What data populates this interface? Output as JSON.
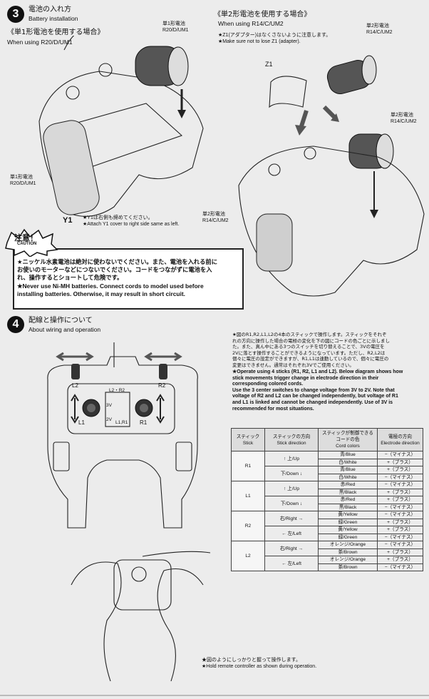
{
  "step3": {
    "number": "3",
    "title_jp": "電池の入れ方",
    "title_en": "Battery installation",
    "r20_heading_jp": "《単1形電池を使用する場合》",
    "r20_heading_en": "When using R20/D/UM1",
    "r14_heading_jp": "《単2形電池を使用する場合》",
    "r14_heading_en": "When using R14/C/UM2",
    "z1_note_jp": "★Z1(アダプター)はなくさないように注意します。",
    "z1_note_en": "★Make sure not to lose Z1 (adapter).",
    "label_r20_top_jp": "単1形電池",
    "label_r20_top_en": "R20/D/UM1",
    "label_r20_left_jp": "単1形電池",
    "label_r20_left_en": "R20/D/UM1",
    "label_r14_top_jp": "単2形電池",
    "label_r14_top_en": "R14/C/UM2",
    "label_r14_mid_jp": "単2形電池",
    "label_r14_mid_en": "R14/C/UM2",
    "label_r14_low_jp": "単2形電池",
    "label_r14_low_en": "R14/C/UM2",
    "label_z1": "Z1",
    "label_y1": "Y1",
    "y1_note_jp": "★Y1は右側も締めてください。",
    "y1_note_en": "★Attach Y1 cover to right side same as left."
  },
  "caution": {
    "badge_jp": "注意！",
    "badge_en": "CAUTION",
    "line1_jp": "★ニッケル水素電池は絶対に使わないでください。また、電池を入れる前に",
    "line2_jp": "お使いのモーターなどにつないでください。コードをつながずに電池を入",
    "line3_jp": "れ、操作するとショートして危険です。",
    "line1_en": "★Never use Ni-MH batteries. Connect cords to model used before",
    "line2_en": "installing batteries. Otherwise, it may result in short circuit."
  },
  "step4": {
    "number": "4",
    "title_jp": "配線と操作について",
    "title_en": "About wiring and operation",
    "label_l2": "L2",
    "label_r2": "R2",
    "label_l1": "L1",
    "label_r1": "R1",
    "switch_top": "L2・R2",
    "switch_3v": "3V",
    "switch_2v": "2V",
    "switch_bottom": "L1,R1",
    "desc_jp": [
      "★図のR1,R2,L1,L2の4本のスティックで操作します。スティックをそれぞ",
      "れの方向に操作した場合の電極の変化を下の図にコードの色ごとに示しまし",
      "た。また、真ん中にある3つのスイッチを切り替えることで、3Vの電圧を",
      "2Vに落とす操作することができるようになっています。ただし、R2,L2は",
      "個々に電圧の設定ができますが、R1,L1は連動しているので、個々に電圧の",
      "変更はできません。通常はそれぞれ3Vでご使用ください。"
    ],
    "desc_en": [
      "★Operate using 4 sticks (R1, R2, L1 and L2). Below diagram shows how",
      "stick movements trigger change in electrode direction in their",
      "corresponding colored cords.",
      "Use the 3 center switches to change voltage from 3V to 2V. Note that",
      "voltage of R2 and L2 can be changed independently, but voltage of R1",
      "and L1 is linked and cannot be changed independently. Use of 3V is",
      "recommended for most situations."
    ],
    "hold_note_jp": "★図のようにしっかりと握って操作します。",
    "hold_note_en": "★Hold remote controller as shown during operation."
  },
  "table": {
    "headers": [
      {
        "jp": "スティック",
        "en": "Stick"
      },
      {
        "jp": "スティックの方向",
        "en": "Stick direction"
      },
      {
        "jp": "スティックが制御できるコードの色",
        "en": "Cord colors"
      },
      {
        "jp": "電極の方向",
        "en": "Electrode direction"
      }
    ],
    "groups": [
      {
        "stick": "R1",
        "dirs": [
          {
            "label": "↑ 上/Up",
            "rows": [
              [
                "青/Blue",
                "−（マイナス）"
              ],
              [
                "白/White",
                "+（プラス）"
              ]
            ]
          },
          {
            "label": "下/Down ↓",
            "rows": [
              [
                "青/Blue",
                "+（プラス）"
              ],
              [
                "白/White",
                "−（マイナス）"
              ]
            ]
          }
        ]
      },
      {
        "stick": "L1",
        "dirs": [
          {
            "label": "↑ 上/Up",
            "rows": [
              [
                "赤/Red",
                "−（マイナス）"
              ],
              [
                "黒/Black",
                "+（プラス）"
              ]
            ]
          },
          {
            "label": "下/Down ↓",
            "rows": [
              [
                "赤/Red",
                "+（プラス）"
              ],
              [
                "黒/Black",
                "−（マイナス）"
              ]
            ]
          }
        ]
      },
      {
        "stick": "R2",
        "dirs": [
          {
            "label": "右/Right →",
            "rows": [
              [
                "黄/Yellow",
                "−（マイナス）"
              ],
              [
                "緑/Green",
                "+（プラス）"
              ]
            ]
          },
          {
            "label": "← 左/Left",
            "rows": [
              [
                "黄/Yellow",
                "+（プラス）"
              ],
              [
                "緑/Green",
                "−（マイナス）"
              ]
            ]
          }
        ]
      },
      {
        "stick": "L2",
        "dirs": [
          {
            "label": "右/Right →",
            "rows": [
              [
                "オレンジ/Orange",
                "−（マイナス）"
              ],
              [
                "茶/Brown",
                "+（プラス）"
              ]
            ]
          },
          {
            "label": "← 左/Left",
            "rows": [
              [
                "オレンジ/Orange",
                "+（プラス）"
              ],
              [
                "茶/Brown",
                "−（マイナス）"
              ]
            ]
          }
        ]
      }
    ]
  }
}
